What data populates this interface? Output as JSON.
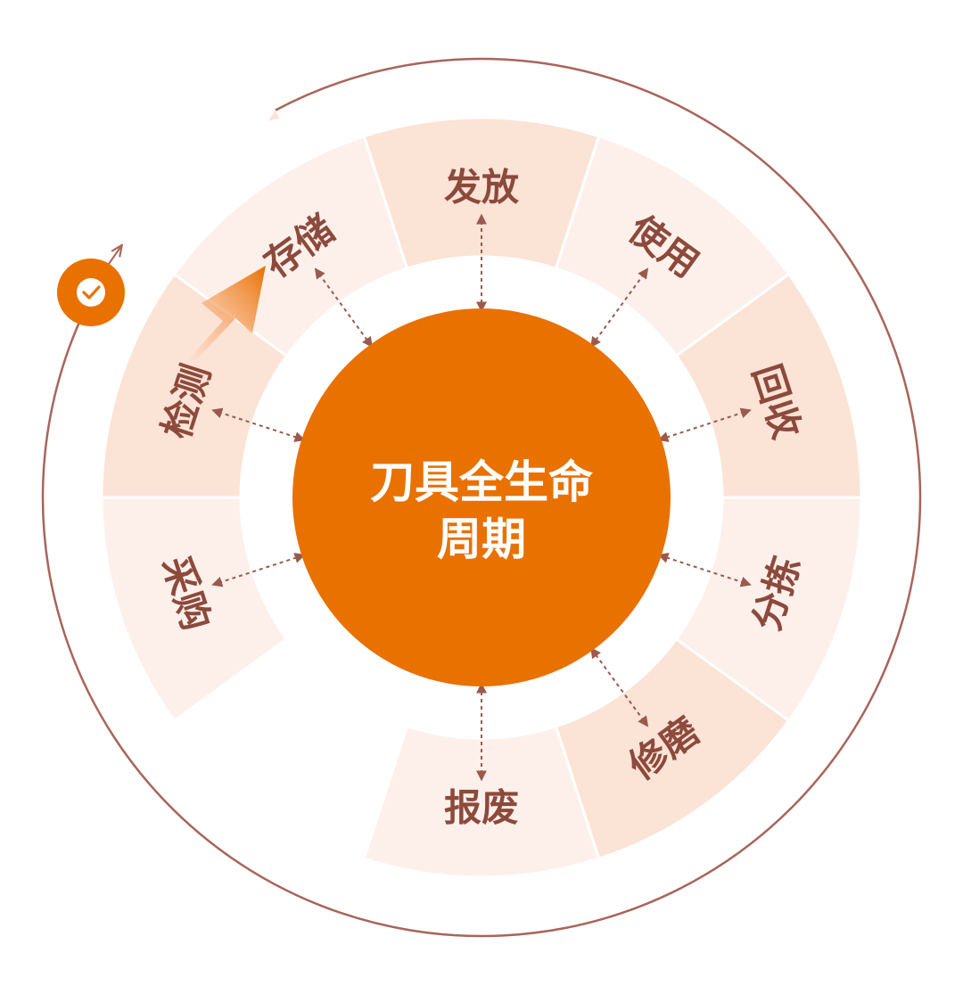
{
  "center": {
    "line1": "刀具全生命",
    "line2": "周期"
  },
  "stages": [
    {
      "name": "采购",
      "shade": "light"
    },
    {
      "name": "检测",
      "shade": "dark"
    },
    {
      "name": "存储",
      "shade": "light"
    },
    {
      "name": "发放",
      "shade": "dark"
    },
    {
      "name": "使用",
      "shade": "light"
    },
    {
      "name": "回收",
      "shade": "dark"
    },
    {
      "name": "分拣",
      "shade": "light"
    },
    {
      "name": "修磨",
      "shade": "dark"
    },
    {
      "name": "报废",
      "shade": "light"
    }
  ],
  "icons": {
    "check_badge": "check-icon",
    "progress_arrow": "arrow-up-right-icon"
  },
  "colors": {
    "accent": "#e87100",
    "label": "#8c4a3c",
    "segment_light": "#fdf0ea",
    "segment_dark": "#fbe3d5",
    "outer_ring": "#a8655a",
    "connector": "#9a5a4e"
  }
}
